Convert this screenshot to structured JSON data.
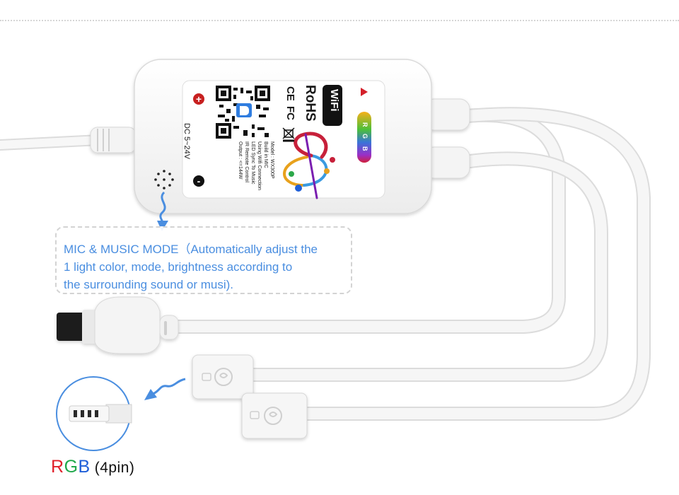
{
  "colors": {
    "accent_blue": "#4a8ee0",
    "cable_white": "#f4f4f4",
    "rgb_red": "#e0202a",
    "rgb_green": "#1fa84a",
    "rgb_blue": "#1f5fd8"
  },
  "controller": {
    "wifi_badge": "WiFi",
    "rohs": "RoHS",
    "ce": "CE",
    "fc": "FC",
    "voltage": "DC 5~24V",
    "specs": [
      "Model : WX300P",
      "Build in MIC",
      "Using Wifi Connection",
      "LED Sync To Music",
      "IR Remote Control",
      "Output : <=144W"
    ],
    "rgb_badge": [
      "R",
      "G",
      "B"
    ],
    "plus_symbol": "+",
    "minus_symbol": "-"
  },
  "mic_note": {
    "lines": [
      "MIC & MUSIC MODE（Automatically adjust the",
      "1 light color, mode, brightness according to",
      "the surrounding sound or musi)."
    ]
  },
  "rgb_caption": {
    "r": "R",
    "g": "G",
    "b": "B",
    "pin": "(4pin)"
  },
  "icons": [
    "qr-code-icon",
    "music-note-icon",
    "weee-bin-icon",
    "mic-holes-icon",
    "wavy-arrow-icon",
    "connector-logo-icon"
  ]
}
